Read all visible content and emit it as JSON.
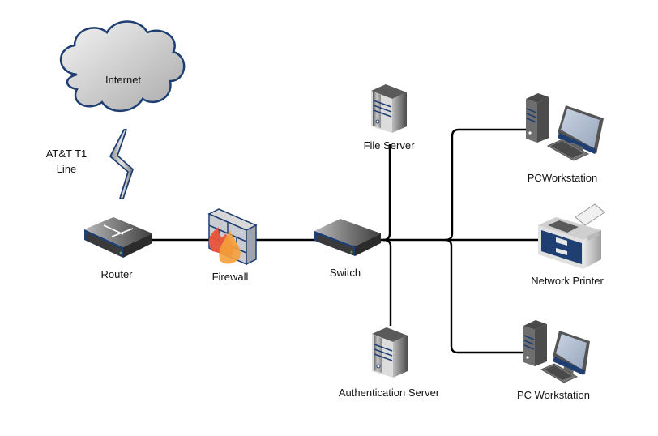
{
  "diagram": {
    "title": "Network Topology",
    "nodes": {
      "internet": {
        "label": "Internet",
        "icon": "cloud-icon"
      },
      "t1_line": {
        "label_line1": "AT&T T1",
        "label_line2": "Line",
        "icon": "lightning-bolt-icon"
      },
      "router": {
        "label": "Router",
        "icon": "router-icon"
      },
      "firewall": {
        "label": "Firewall",
        "icon": "firewall-icon"
      },
      "switch": {
        "label": "Switch",
        "icon": "switch-icon"
      },
      "file_server": {
        "label": "File Server",
        "icon": "server-icon"
      },
      "auth_server": {
        "label": "Authentication Server",
        "icon": "server-icon"
      },
      "pc_top": {
        "label": "PCWorkstation",
        "icon": "workstation-icon"
      },
      "printer": {
        "label": "Network Printer",
        "icon": "printer-icon"
      },
      "pc_bottom": {
        "label": "PC Workstation",
        "icon": "workstation-icon"
      }
    },
    "connections": [
      {
        "from": "internet",
        "to": "router",
        "type": "T1 line"
      },
      {
        "from": "router",
        "to": "firewall"
      },
      {
        "from": "firewall",
        "to": "switch"
      },
      {
        "from": "switch",
        "to": "file_server"
      },
      {
        "from": "switch",
        "to": "auth_server"
      },
      {
        "from": "switch",
        "to": "pc_top"
      },
      {
        "from": "switch",
        "to": "printer"
      },
      {
        "from": "switch",
        "to": "pc_bottom"
      }
    ],
    "colors": {
      "accent_blue": "#1f3f73",
      "device_gray": "#6b6b6b",
      "wire": "#000000",
      "flame_red": "#e8533a",
      "flame_orange": "#f5a03a"
    }
  }
}
